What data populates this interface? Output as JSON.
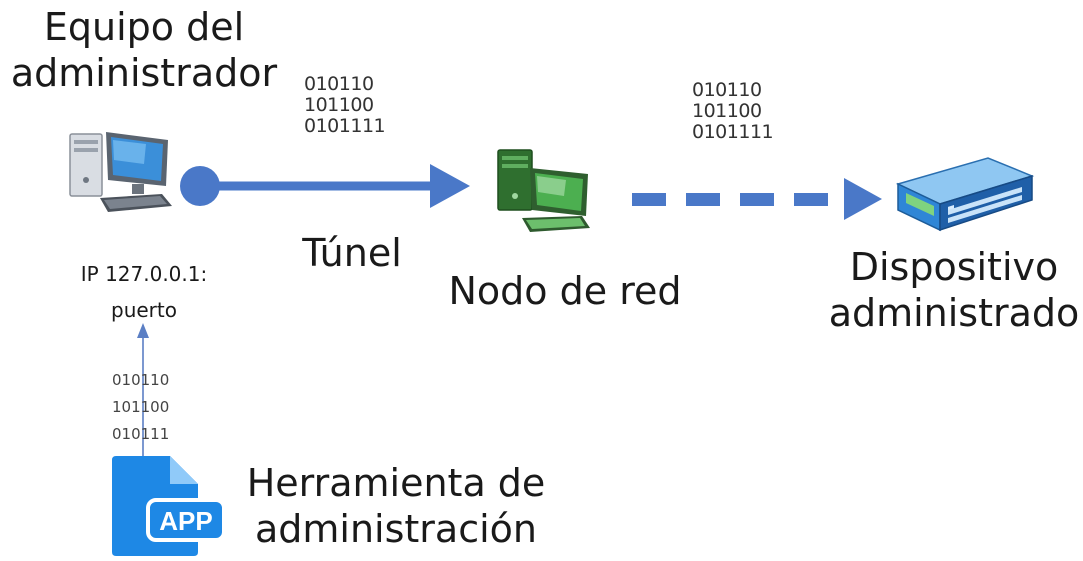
{
  "colors": {
    "arrow": "#4a78c8",
    "thin_arrow": "#5b7fc4",
    "app_icon": "#1e88e5",
    "switch_blue": "#2f86d6",
    "pc_green": "#3f9e3f"
  },
  "nodes": {
    "admin_pc": {
      "title_lines": [
        "Equipo del",
        "administrador"
      ],
      "ip_lines": [
        "IP 127.0.0.1:",
        "puerto"
      ],
      "icon": "desktop-computer-icon"
    },
    "network_node": {
      "title": "Nodo de red",
      "icon": "green-computer-icon"
    },
    "managed_device": {
      "title_lines": [
        "Dispositivo",
        "administrado"
      ],
      "icon": "network-switch-icon"
    },
    "admin_tool": {
      "title_lines": [
        "Herramienta de",
        "administración"
      ],
      "icon": "app-file-icon",
      "icon_text": "APP"
    }
  },
  "links": {
    "tunnel": {
      "label": "Túnel",
      "style": "solid"
    },
    "device_link": {
      "style": "dashed"
    }
  },
  "binary_blocks": {
    "tunnel": [
      "010110",
      "101100",
      "0101111"
    ],
    "device": [
      "010110",
      "101100",
      "0101111"
    ],
    "tool": [
      "010110",
      "101100",
      "010111"
    ]
  }
}
